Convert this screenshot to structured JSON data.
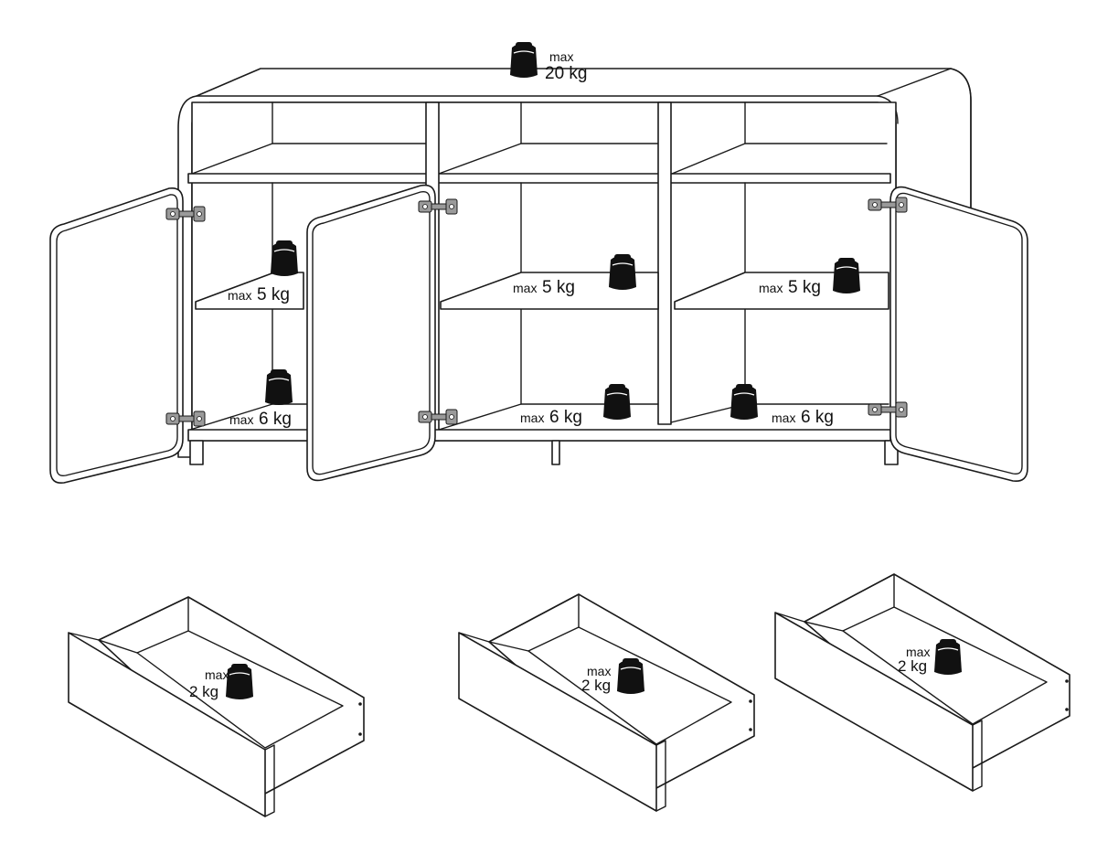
{
  "top_load": {
    "small": "max",
    "value": "20 kg"
  },
  "shelves": [
    {
      "id": "left-upper",
      "small": "max",
      "value": "5 kg"
    },
    {
      "id": "center-upper",
      "small": "max",
      "value": "5 kg"
    },
    {
      "id": "right-upper",
      "small": "max",
      "value": "5 kg"
    },
    {
      "id": "left-lower",
      "small": "max",
      "value": "6 kg"
    },
    {
      "id": "center-lower",
      "small": "max",
      "value": "6 kg"
    },
    {
      "id": "right-lower",
      "small": "max",
      "value": "6 kg"
    }
  ],
  "drawers": [
    {
      "id": "drawer-1",
      "small": "max",
      "value": "2 kg"
    },
    {
      "id": "drawer-2",
      "small": "max",
      "value": "2 kg"
    },
    {
      "id": "drawer-3",
      "small": "max",
      "value": "2 kg"
    }
  ],
  "icons": [
    "weight-icon",
    "hinge-icon"
  ],
  "colors": {
    "line": "#1a1a1a",
    "weight": "#111111",
    "hinge": "#9a9a9a",
    "background": "#ffffff"
  }
}
